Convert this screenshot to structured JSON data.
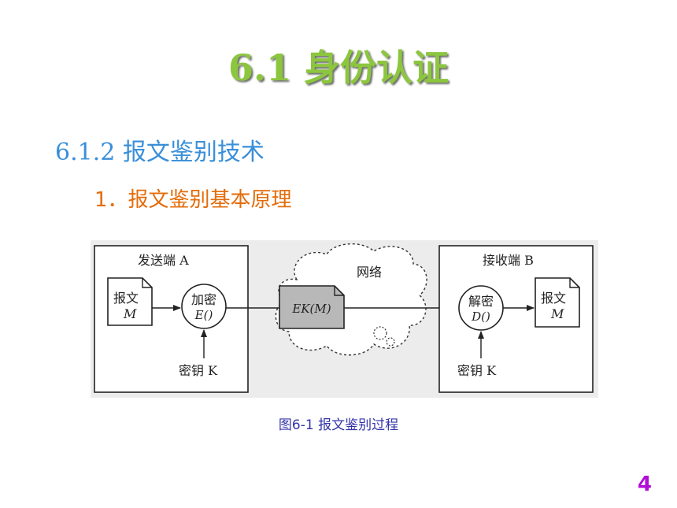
{
  "slide": {
    "title": "6.1  身份认证",
    "section": "6.1.2 报文鉴别技术",
    "subsection": "1．报文鉴别基本原理",
    "caption": "图6-1 报文鉴别过程",
    "page_number": "4"
  },
  "diagram": {
    "sender_title": "发送端 A",
    "receiver_title": "接收端 B",
    "network_label": "网络",
    "message_src_line1": "报文",
    "message_src_line2": "M",
    "encrypt_line1": "加密",
    "encrypt_line2": "E()",
    "key_left": "密钥 K",
    "ciphertext": "EK(M)",
    "decrypt_line1": "解密",
    "decrypt_line2": "D()",
    "message_dst_line1": "报文",
    "message_dst_line2": "M",
    "key_right": "密钥 K"
  }
}
